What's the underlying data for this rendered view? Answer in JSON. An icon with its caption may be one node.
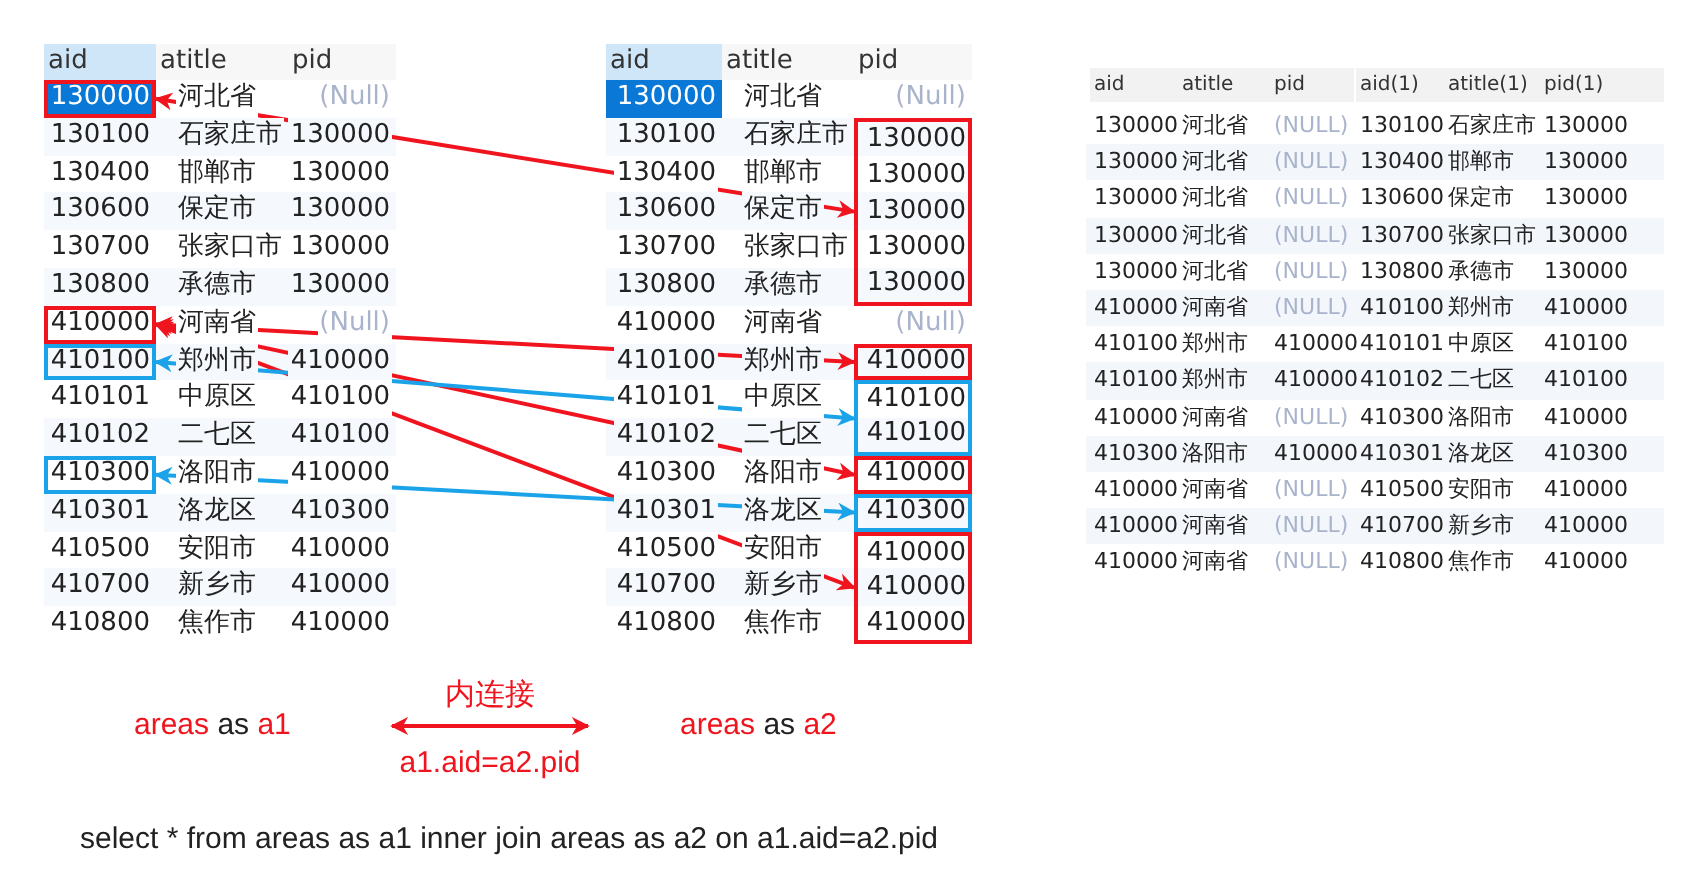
{
  "diagram": {
    "nodes": [
      {
        "text": [
          "130000"
        ]
      },
      {
        "text": [
          "410000"
        ]
      },
      {
        "text": [
          "410100"
        ]
      },
      {
        "text": [
          "410300"
        ]
      },
      {
        "text": [
          "130000",
          "130000",
          "130000",
          "130000",
          "130000"
        ]
      },
      {
        "text": [
          "410000"
        ]
      },
      {
        "text": [
          "410100",
          "410100"
        ]
      },
      {
        "text": [
          "410000"
        ]
      },
      {
        "text": [
          "410300"
        ]
      },
      {
        "text": [
          "410000",
          "410000",
          "410000"
        ]
      },
      {
        "text": [
          "areas as a1"
        ]
      },
      {
        "text": [
          "areas as a2"
        ]
      }
    ],
    "edges": [
      {
        "from": 0,
        "to": 4,
        "arrow": "both"
      },
      {
        "from": 1,
        "to": 5,
        "arrow": "both"
      },
      {
        "from": 1,
        "to": 7,
        "arrow": "both"
      },
      {
        "from": 1,
        "to": 9,
        "arrow": "both"
      },
      {
        "from": 2,
        "to": 6,
        "arrow": "both",
        "color": "#1aa3e8"
      },
      {
        "from": 3,
        "to": 8,
        "arrow": "both",
        "color": "#1aa3e8"
      },
      {
        "from": 10,
        "to": 11,
        "arrow": "both",
        "label": "内连接"
      }
    ],
    "labels": [
      "aid",
      "atitle",
      "pid",
      "河北省",
      "(Null)",
      "130100",
      "石家庄市",
      "130000",
      "130400",
      "邯郸市",
      "130000",
      "130600",
      "保定市",
      "130000",
      "130700",
      "张家口市",
      "130000",
      "130800",
      "承德市",
      "130000",
      "河南省",
      "(Null)",
      "郑州市",
      "410000",
      "410101",
      "中原区",
      "410100",
      "410102",
      "二七区",
      "410100",
      "洛阳市",
      "410000",
      "410301",
      "洛龙区",
      "410300",
      "410500",
      "安阳市",
      "410000",
      "410700",
      "新乡市",
      "410000",
      "410800",
      "焦作市",
      "410000",
      "aid",
      "atitle",
      "pid",
      "130000",
      "河北省",
      "(Null)",
      "130100",
      "石家庄市",
      "130400",
      "邯郸市",
      "130600",
      "保定市",
      "130700",
      "张家口市",
      "130800",
      "承德市",
      "410000",
      "河南省",
      "(Null)",
      "410100",
      "郑州市",
      "410101",
      "中原区",
      "410102",
      "二七区",
      "410300",
      "洛阳市",
      "410301",
      "洛龙区",
      "410500",
      "安阳市",
      "410700",
      "新乡市",
      "410800",
      "焦作市",
      "aid",
      "atitle",
      "pid",
      "aid(1)",
      "atitle(1)",
      "pid(1)",
      "130000",
      "河北省",
      "(NULL)",
      "130100",
      "石家庄市",
      "130000",
      "130000",
      "河北省",
      "(NULL)",
      "130400",
      "邯郸市",
      "130000",
      "130000",
      "河北省",
      "(NULL)",
      "130600",
      "保定市",
      "130000",
      "130000",
      "河北省",
      "(NULL)",
      "130700",
      "张家口市",
      "130000",
      "130000",
      "河北省",
      "(NULL)",
      "130800",
      "承德市",
      "130000",
      "410000",
      "河南省",
      "(NULL)",
      "410100",
      "郑州市",
      "410000",
      "410100",
      "郑州市",
      "410000",
      "410101",
      "中原区",
      "410100",
      "410100",
      "郑州市",
      "410000",
      "410102",
      "二七区",
      "410100",
      "410000",
      "河南省",
      "(NULL)",
      "410300",
      "洛阳市",
      "410000",
      "410300",
      "洛阳市",
      "410000",
      "410301",
      "洛龙区",
      "410300",
      "410000",
      "河南省",
      "(NULL)",
      "410500",
      "安阳市",
      "410000",
      "410000",
      "河南省",
      "(NULL)",
      "410700",
      "新乡市",
      "410000",
      "410000",
      "河南省",
      "(NULL)",
      "410800",
      "焦作市",
      "410000",
      "a1.aid=a2.pid",
      "select * from areas as a1 inner join areas as a2 on a1.aid=a2.pid"
    ]
  }
}
